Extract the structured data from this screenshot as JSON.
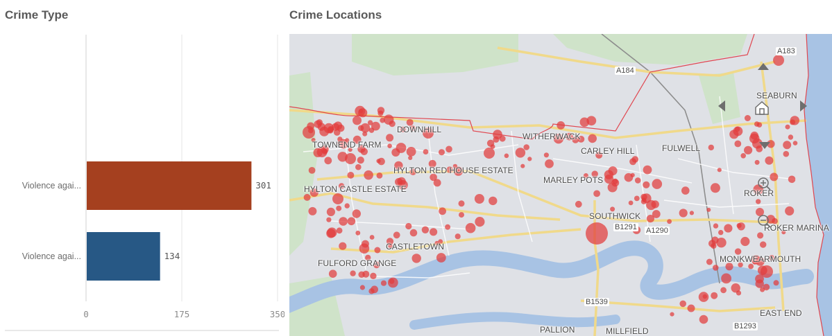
{
  "chart_panel": {
    "title": "Crime Type"
  },
  "chart_data": {
    "type": "bar",
    "orientation": "horizontal",
    "categories": [
      "Violence agai...",
      "Violence agai..."
    ],
    "values": [
      301,
      134
    ],
    "bar_colors": [
      "#a5401f",
      "#275885"
    ],
    "xlim": [
      0,
      350
    ],
    "x_ticks": [
      "0",
      "175",
      "350"
    ],
    "grid": true
  },
  "map_panel": {
    "title": "Crime Locations",
    "place_labels": {
      "downhill": "DOWNHILL",
      "townend_farm": "TOWNEND FARM",
      "hylton_red_house": "HYLTON RED HOUSE ESTATE",
      "hylton_castle": "HYLTON CASTLE ESTATE",
      "witherwack": "WITHERWACK",
      "carley_hill": "CARLEY HILL",
      "fulwell": "FULWELL",
      "marley_pots": "MARLEY POTS",
      "seaburn": "SEABURN",
      "roker": "ROKER",
      "roker_marina": "ROKER MARINA",
      "southwick": "SOUTHWICK",
      "castletown": "CASTLETOWN",
      "fulford_grange": "FULFORD GRANGE",
      "monkwearmouth": "MONKWEARMOUTH",
      "east_end": "EAST END",
      "pallion": "PALLION",
      "millfield": "MILLFIELD"
    },
    "road_labels": {
      "a183": "A183",
      "a184": "A184",
      "b1291": "B1291",
      "a1290": "A1290",
      "b1539": "B1539",
      "b1293": "B1293"
    },
    "controls": [
      "pan-up-icon",
      "pan-left-icon",
      "home-icon",
      "pan-right-icon",
      "pan-down-icon",
      "zoom-in-icon",
      "zoom-out-icon"
    ],
    "colors": {
      "land": "#dfe1e6",
      "water": "#a8c3e4",
      "boundary": "#e0464f",
      "green": "#c9dfc4",
      "road_major": "#f2dc8a",
      "point": "#e23c3c"
    }
  }
}
